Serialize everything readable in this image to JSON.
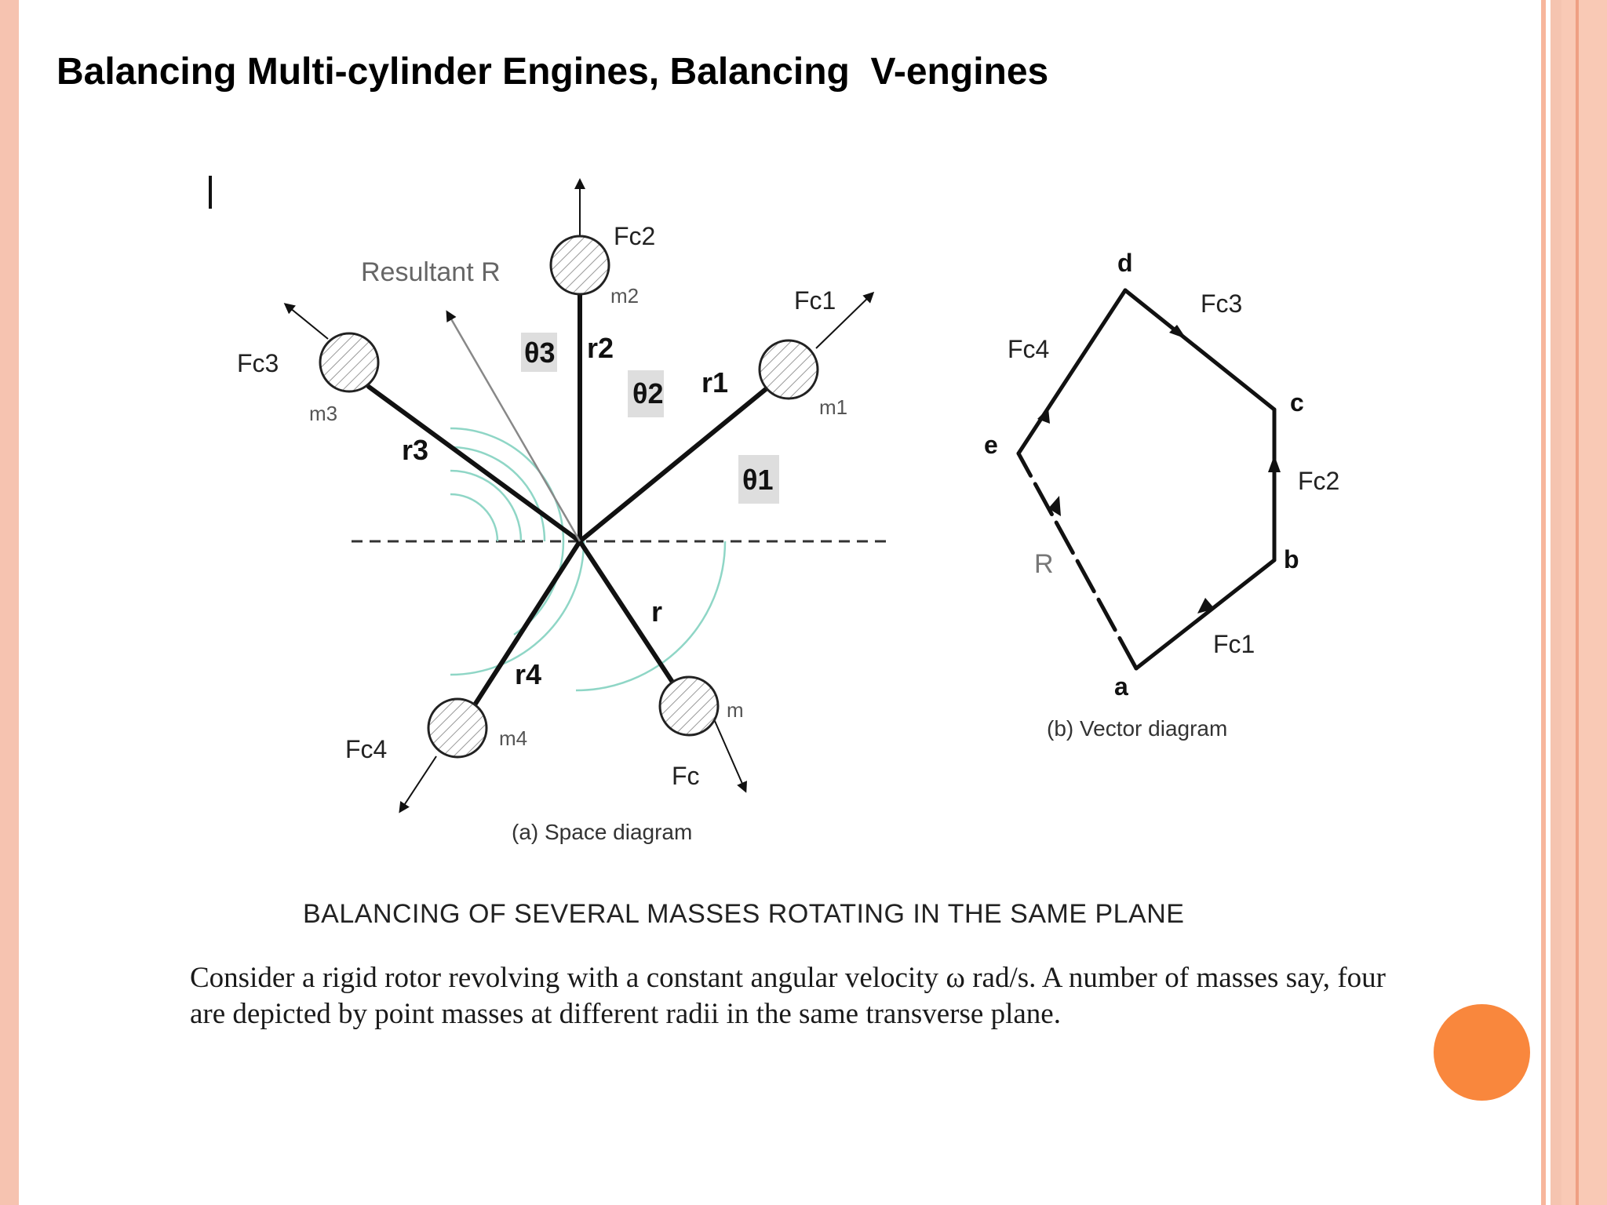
{
  "slide": {
    "title": "Balancing Multi-cylinder Engines, Balancing  V-engines",
    "paragraph": "Consider a rigid rotor revolving with a constant angular velocity ω rad/s. A number of masses say, four are depicted by point masses at different radii in the same transverse plane."
  },
  "figure": {
    "caption": "BALANCING OF SEVERAL MASSES ROTATING IN THE SAME PLANE",
    "space": {
      "label": "(a) Space diagram",
      "resultant": "Resultant R",
      "forces": [
        "Fc2",
        "Fc1",
        "Fc3",
        "Fc4",
        "Fc"
      ],
      "masses": [
        "m2",
        "m1",
        "m3",
        "m4",
        "m"
      ],
      "radii": [
        "r2",
        "r1",
        "r3",
        "r4",
        "r"
      ],
      "angles": [
        "θ3",
        "θ2",
        "θ1"
      ]
    },
    "vector": {
      "label": "(b) Vector diagram",
      "points": [
        "a",
        "b",
        "c",
        "d",
        "e"
      ],
      "forces": [
        "Fc1",
        "Fc2",
        "Fc3",
        "Fc4"
      ],
      "resultant": "R"
    }
  },
  "colors": {
    "accent": "#f9873d",
    "border": "#f6c3b0",
    "arc": "#7fcfc0"
  }
}
